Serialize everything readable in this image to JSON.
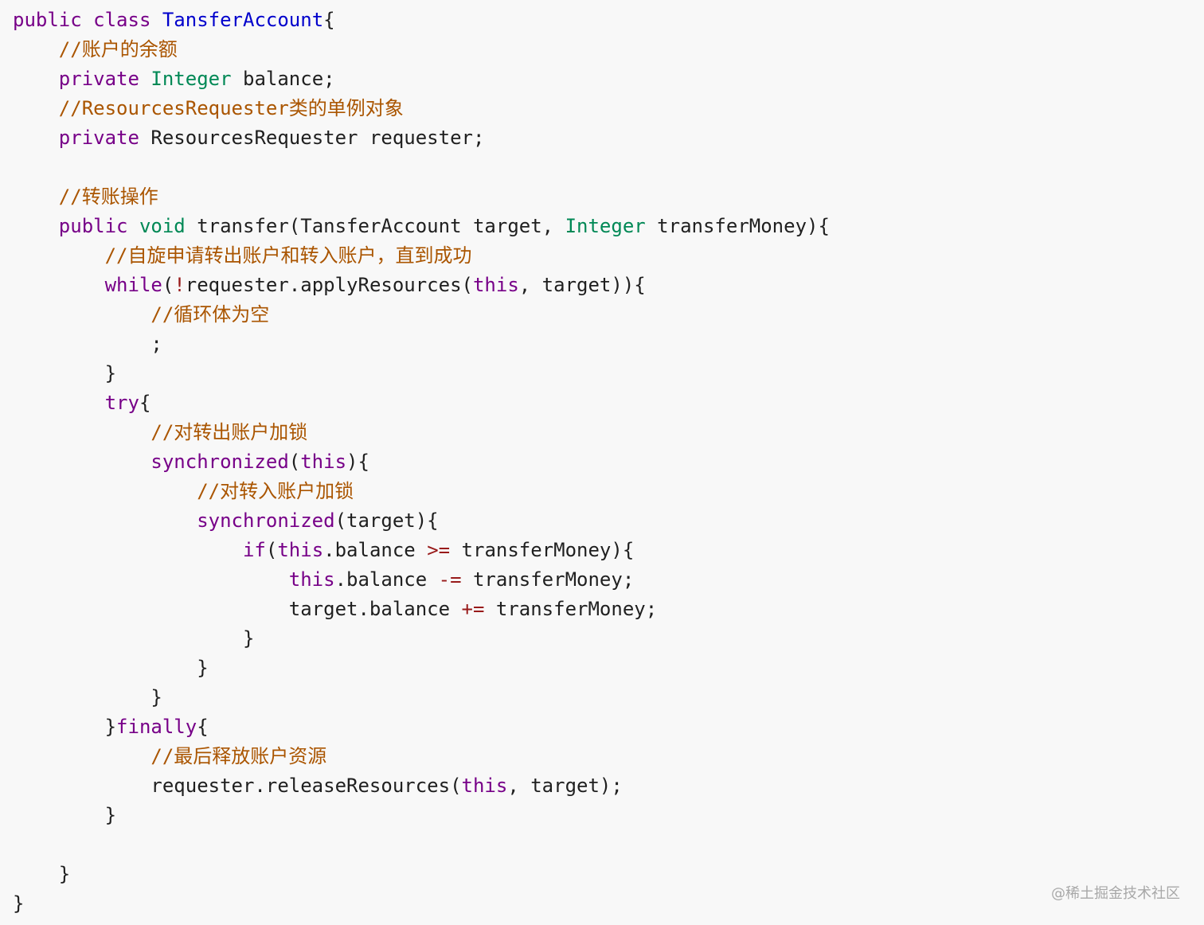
{
  "watermark": "@稀土掘金技术社区",
  "colors": {
    "background": "#f8f8f8",
    "keyword": "#770088",
    "type": "#008855",
    "definition": "#0000cc",
    "comment": "#aa5500",
    "operator": "#981a1a",
    "text": "#1f1f1f"
  },
  "code_lines": [
    [
      [
        "kw",
        "public"
      ],
      [
        "plain",
        " "
      ],
      [
        "kw",
        "class"
      ],
      [
        "plain",
        " "
      ],
      [
        "def",
        "TansferAccount"
      ],
      [
        "plain",
        "{"
      ]
    ],
    [
      [
        "plain",
        "    "
      ],
      [
        "cmt",
        "//账户的余额"
      ]
    ],
    [
      [
        "plain",
        "    "
      ],
      [
        "kw",
        "private"
      ],
      [
        "plain",
        " "
      ],
      [
        "type",
        "Integer"
      ],
      [
        "plain",
        " balance;"
      ]
    ],
    [
      [
        "plain",
        "    "
      ],
      [
        "cmt",
        "//ResourcesRequester类的单例对象"
      ]
    ],
    [
      [
        "plain",
        "    "
      ],
      [
        "kw",
        "private"
      ],
      [
        "plain",
        " ResourcesRequester requester;"
      ]
    ],
    [],
    [
      [
        "plain",
        "    "
      ],
      [
        "cmt",
        "//转账操作"
      ]
    ],
    [
      [
        "plain",
        "    "
      ],
      [
        "kw",
        "public"
      ],
      [
        "plain",
        " "
      ],
      [
        "type",
        "void"
      ],
      [
        "plain",
        " transfer(TansferAccount target, "
      ],
      [
        "type",
        "Integer"
      ],
      [
        "plain",
        " transferMoney){"
      ]
    ],
    [
      [
        "plain",
        "        "
      ],
      [
        "cmt",
        "//自旋申请转出账户和转入账户，直到成功"
      ]
    ],
    [
      [
        "plain",
        "        "
      ],
      [
        "kw",
        "while"
      ],
      [
        "plain",
        "("
      ],
      [
        "op",
        "!"
      ],
      [
        "plain",
        "requester.applyResources("
      ],
      [
        "kw",
        "this"
      ],
      [
        "plain",
        ", target)){"
      ]
    ],
    [
      [
        "plain",
        "            "
      ],
      [
        "cmt",
        "//循环体为空"
      ]
    ],
    [
      [
        "plain",
        "            ;"
      ]
    ],
    [
      [
        "plain",
        "        }"
      ]
    ],
    [
      [
        "plain",
        "        "
      ],
      [
        "kw",
        "try"
      ],
      [
        "plain",
        "{"
      ]
    ],
    [
      [
        "plain",
        "            "
      ],
      [
        "cmt",
        "//对转出账户加锁"
      ]
    ],
    [
      [
        "plain",
        "            "
      ],
      [
        "kw",
        "synchronized"
      ],
      [
        "plain",
        "("
      ],
      [
        "kw",
        "this"
      ],
      [
        "plain",
        "){"
      ]
    ],
    [
      [
        "plain",
        "                "
      ],
      [
        "cmt",
        "//对转入账户加锁"
      ]
    ],
    [
      [
        "plain",
        "                "
      ],
      [
        "kw",
        "synchronized"
      ],
      [
        "plain",
        "(target){"
      ]
    ],
    [
      [
        "plain",
        "                    "
      ],
      [
        "kw",
        "if"
      ],
      [
        "plain",
        "("
      ],
      [
        "kw",
        "this"
      ],
      [
        "plain",
        ".balance "
      ],
      [
        "op",
        ">="
      ],
      [
        "plain",
        " transferMoney){"
      ]
    ],
    [
      [
        "plain",
        "                        "
      ],
      [
        "kw",
        "this"
      ],
      [
        "plain",
        ".balance "
      ],
      [
        "op",
        "-="
      ],
      [
        "plain",
        " transferMoney;"
      ]
    ],
    [
      [
        "plain",
        "                        target.balance "
      ],
      [
        "op",
        "+="
      ],
      [
        "plain",
        " transferMoney;"
      ]
    ],
    [
      [
        "plain",
        "                    }"
      ]
    ],
    [
      [
        "plain",
        "                }"
      ]
    ],
    [
      [
        "plain",
        "            }"
      ]
    ],
    [
      [
        "plain",
        "        }"
      ],
      [
        "kw",
        "finally"
      ],
      [
        "plain",
        "{"
      ]
    ],
    [
      [
        "plain",
        "            "
      ],
      [
        "cmt",
        "//最后释放账户资源"
      ]
    ],
    [
      [
        "plain",
        "            requester.releaseResources("
      ],
      [
        "kw",
        "this"
      ],
      [
        "plain",
        ", target);"
      ]
    ],
    [
      [
        "plain",
        "        }"
      ]
    ],
    [],
    [
      [
        "plain",
        "    }"
      ]
    ],
    [
      [
        "plain",
        "}"
      ]
    ]
  ]
}
